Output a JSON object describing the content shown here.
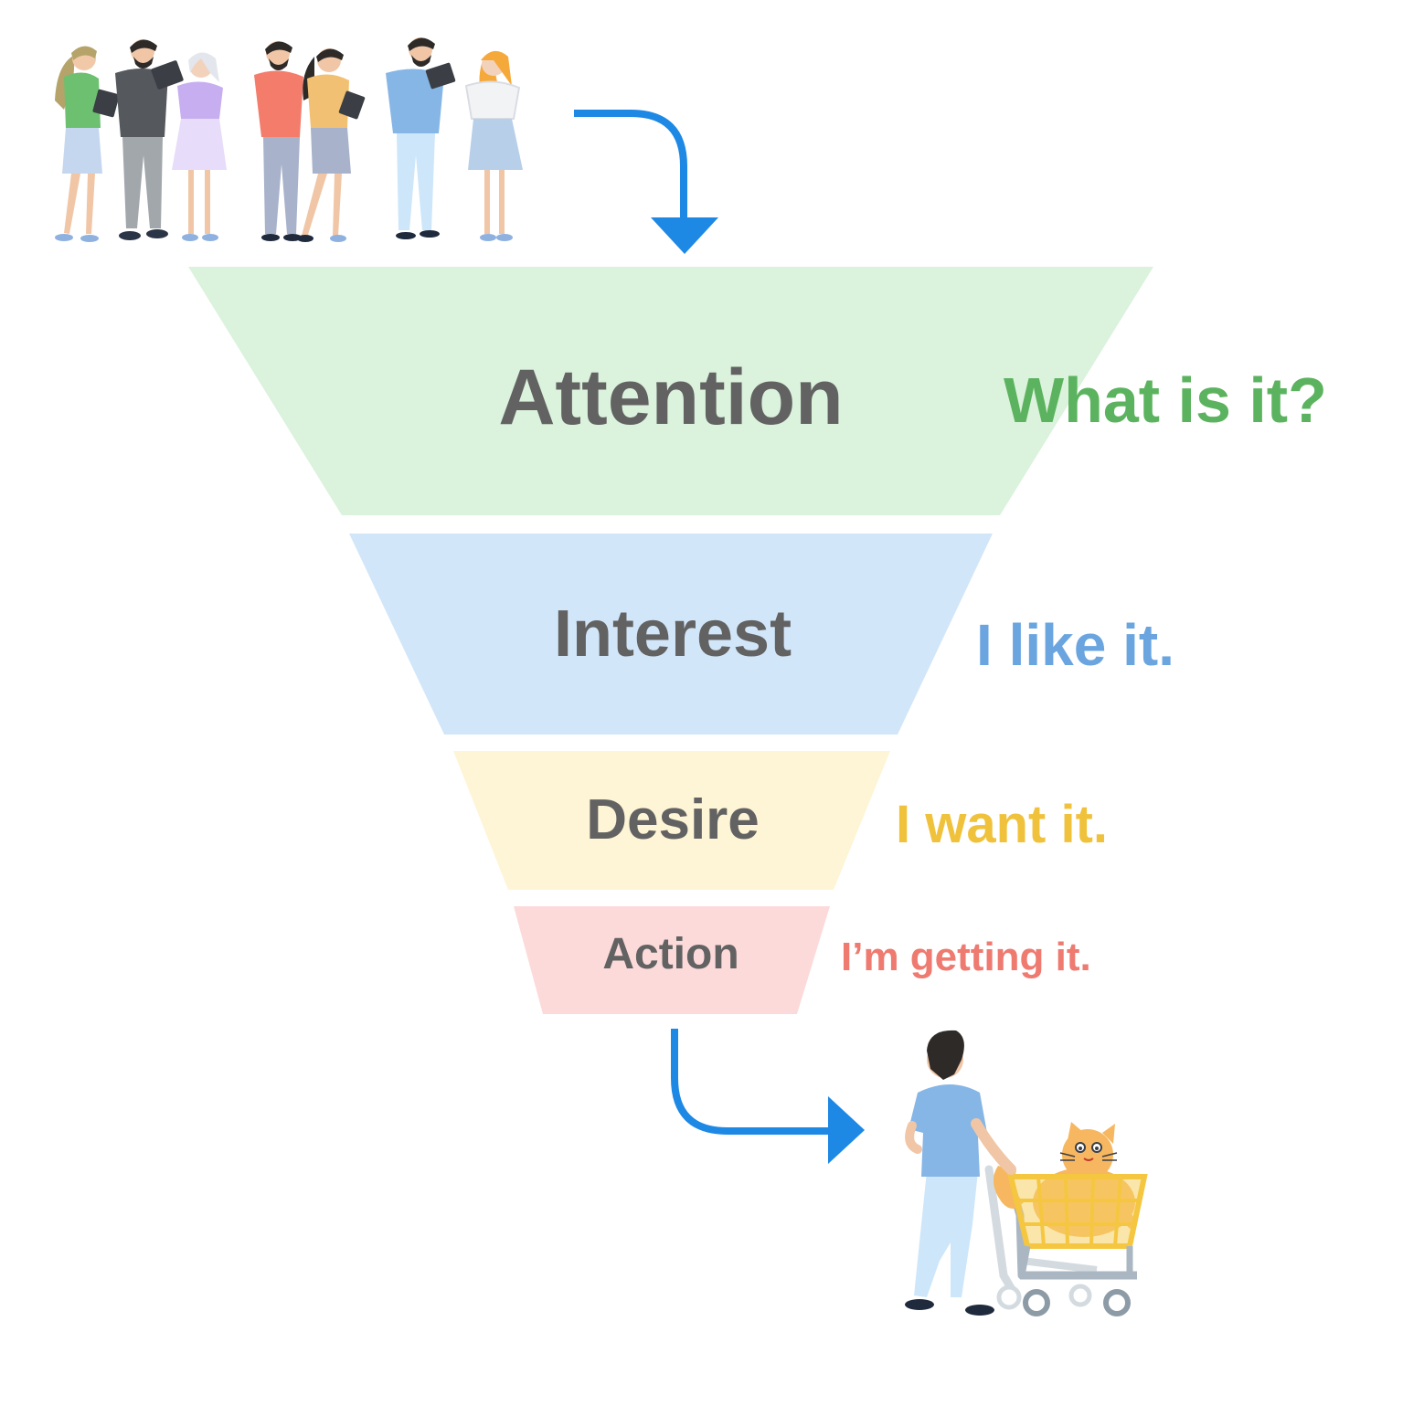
{
  "funnel": {
    "stages": [
      {
        "name": "Attention",
        "caption": "What is it?",
        "fill": "#dbf2dc",
        "caption_color": "#5cb35f"
      },
      {
        "name": "Interest",
        "caption": "I like it.",
        "fill": "#d2e6f9",
        "caption_color": "#6aa5e0"
      },
      {
        "name": "Desire",
        "caption": "I want it.",
        "fill": "#fef5d6",
        "caption_color": "#f0c23c"
      },
      {
        "name": "Action",
        "caption": "I’m getting it.",
        "fill": "#fddada",
        "caption_color": "#ee7a70"
      }
    ]
  },
  "colors": {
    "arrow": "#1e88e5",
    "stage_text": "#626262"
  },
  "icons": {
    "crowd": "people-group-illustration",
    "shopper": "shopper-with-cart-illustration",
    "cat": "cat-in-cart-illustration",
    "arrow_in": "curved-arrow-down-icon",
    "arrow_out": "curved-arrow-right-icon"
  }
}
